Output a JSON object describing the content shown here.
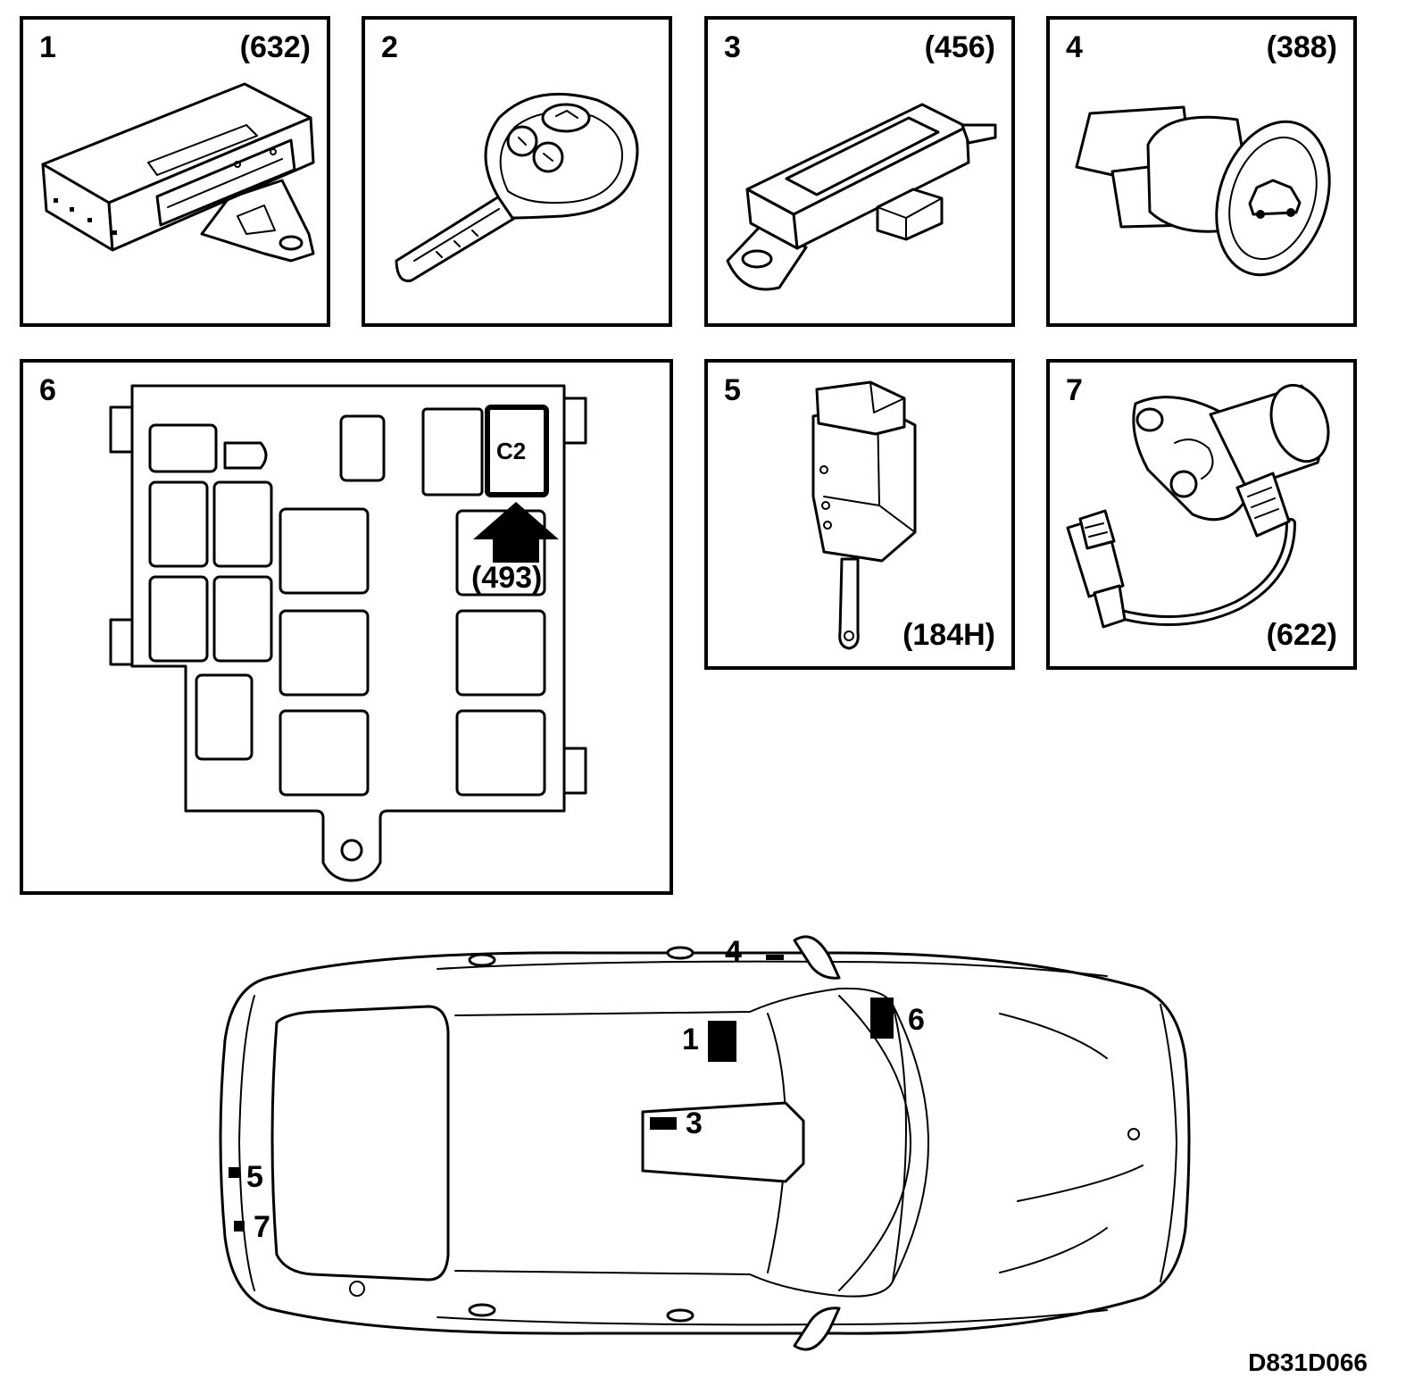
{
  "panels": [
    {
      "number": "1",
      "code": "(632)",
      "component": "control-module"
    },
    {
      "number": "2",
      "code": "",
      "component": "remote-key"
    },
    {
      "number": "3",
      "code": "(456)",
      "component": "receiver-module"
    },
    {
      "number": "4",
      "code": "(388)",
      "component": "hood-switch"
    },
    {
      "number": "6",
      "code": "",
      "component": "fuse-relay-box"
    },
    {
      "number": "5",
      "code": "(184H)",
      "component": "door-switch"
    },
    {
      "number": "7",
      "code": "(622)",
      "component": "lock-cylinder-switch"
    }
  ],
  "fusebox": {
    "connector_label": "C2",
    "pointer_code": "(493)"
  },
  "car": {
    "location_labels": [
      "1",
      "3",
      "4",
      "5",
      "6",
      "7"
    ]
  },
  "figure_id": "D831D066",
  "colors": {
    "line": "#000000",
    "background": "#ffffff"
  }
}
